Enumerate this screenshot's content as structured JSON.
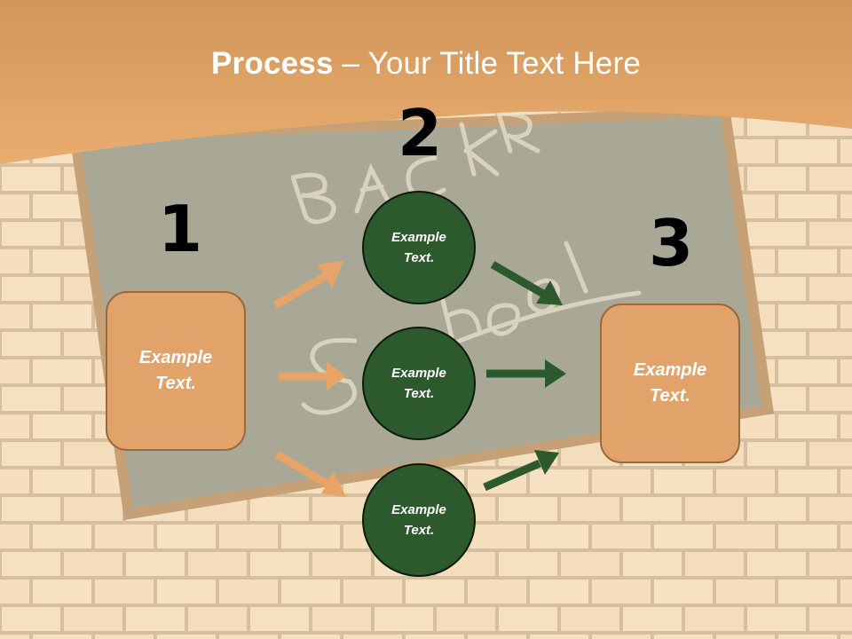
{
  "title": {
    "strong": "Process",
    "rest": " – Your Title Text Here"
  },
  "steps": {
    "one": "1",
    "two": "2",
    "three": "3"
  },
  "left_box": {
    "text": "Example\nText."
  },
  "right_box": {
    "text": "Example\nText."
  },
  "circles": [
    {
      "text": "Example\nText."
    },
    {
      "text": "Example\nText."
    },
    {
      "text": "Example\nText."
    }
  ],
  "colors": {
    "header": "#d88a3c",
    "box_fill": "#e2a36a",
    "circle_fill": "#2d5a2d",
    "arrow_orange": "#e6a468",
    "arrow_green": "#2d5a2d"
  }
}
